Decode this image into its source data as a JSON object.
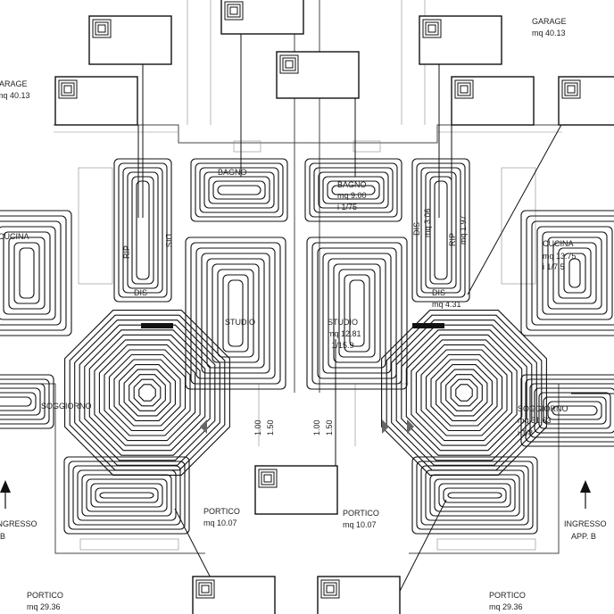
{
  "rooms": {
    "garage_left": {
      "name": "GARAGE",
      "area": "mq 40.13"
    },
    "garage_right": {
      "name": "GARAGE",
      "area": "mq 40.13"
    },
    "bagno_left": {
      "name": "BAGNO"
    },
    "bagno_right": {
      "name": "BAGNO",
      "area": "mq 9.00",
      "vol": "i 1/75"
    },
    "cucina_left": {
      "name": "CUCINA"
    },
    "cucina_right": {
      "name": "CUCINA",
      "area": "mq 13.75",
      "vol": "i 1/7.5"
    },
    "studio_left": {
      "name": "STUDIO"
    },
    "studio_right": {
      "name": "STUDIO",
      "area": "mq 12.81",
      "vol": "i 1/15.9"
    },
    "dis_left": {
      "name": "DIS"
    },
    "dis_right": {
      "name": "DIS",
      "area": "mq 3.06"
    },
    "rip_left": {
      "name": "RIP"
    },
    "rip_right": {
      "name": "RIP",
      "area": "mq 1.97"
    },
    "dis2_left": {
      "name": "DIS"
    },
    "dis2_right": {
      "name": "DIS",
      "area": "mq 4.31"
    },
    "soggiorno_left": {
      "name": "SOGGIORNO"
    },
    "soggiorno_right": {
      "name": "SOGGIORNO",
      "area": "mq 31.63",
      "vol": "i 1/8"
    },
    "portico_left": {
      "name": "PORTICO",
      "area": "mq 10.07"
    },
    "portico_right": {
      "name": "PORTICO",
      "area": "mq 10.07"
    },
    "portico_bottom_left": {
      "name": "PORTICO",
      "area": "mq 29.36"
    },
    "portico_bottom_right": {
      "name": "PORTICO",
      "area": "mq 29.36"
    },
    "ingresso_left": {
      "name": "INGRESSO",
      "sub": "B"
    },
    "ingresso_right": {
      "name": "INGRESSO",
      "sub": "APP. B"
    }
  },
  "dimensions": [
    "1.00",
    "1.50",
    "1.00",
    "1.50"
  ],
  "legend_icon": "spiral-coil-icon",
  "colors": {
    "ink": "#111111",
    "wall": "#444444",
    "paper": "#ffffff"
  }
}
